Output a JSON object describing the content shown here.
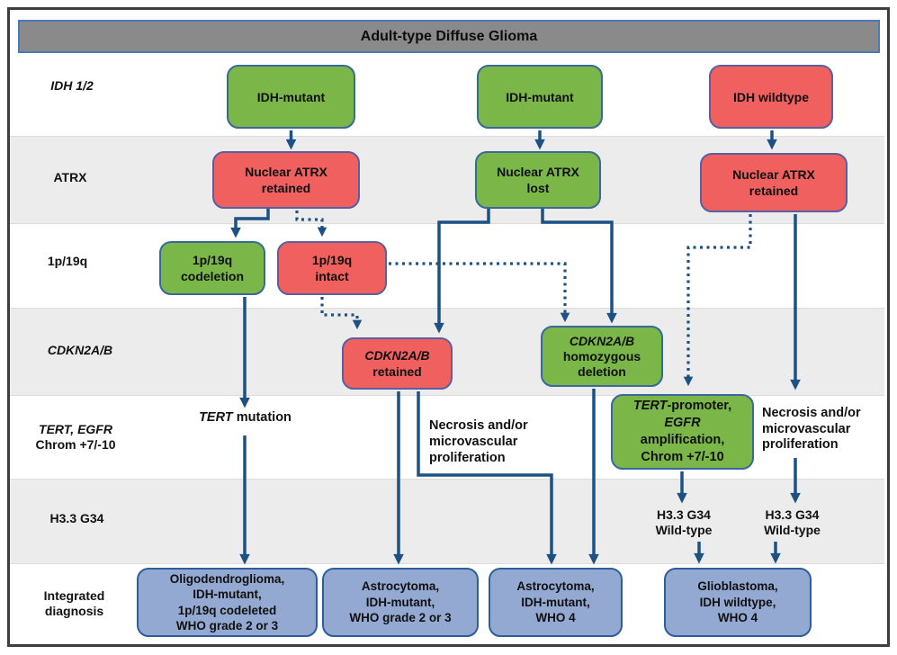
{
  "header": {
    "title": "Adult-type Diffuse Glioma"
  },
  "colors": {
    "green_box": "#7ab648",
    "red_box": "#f0605f",
    "blue_box": "#93a9d1",
    "arrow": "#1d5183",
    "header_fill": "#8a8a8a",
    "header_border": "#4a7ab8",
    "row_band": "#ececec"
  },
  "row_labels": {
    "idh": "IDH 1/2",
    "atrx": "ATRX",
    "p1p19q": "1p/19q",
    "cdkn2ab": "CDKN2A/B",
    "tert_line1": "TERT, EGFR",
    "tert_line2": "Chrom +7/-10",
    "h33": "H3.3 G34",
    "diag_line1": "Integrated",
    "diag_line2": "diagnosis"
  },
  "boxes": {
    "idh_mutant_left": "IDH-mutant",
    "idh_mutant_mid": "IDH-mutant",
    "idh_wildtype": "IDH wildtype",
    "atrx_retained_left": {
      "l1": "Nuclear ATRX",
      "l2": "retained"
    },
    "atrx_lost": {
      "l1": "Nuclear ATRX",
      "l2": "lost"
    },
    "atrx_retained_right": {
      "l1": "Nuclear ATRX",
      "l2": "retained"
    },
    "codeletion": {
      "l1": "1p/19q",
      "l2": "codeletion"
    },
    "intact": {
      "l1": "1p/19q",
      "l2": "intact"
    },
    "cdkn_retained": {
      "l1": "CDKN2A/B",
      "l2": "retained"
    },
    "cdkn_homodel": {
      "l1": "CDKN2A/B",
      "l2": "homozygous",
      "l3": "deletion"
    },
    "tert_egfr": {
      "l1_gene": "TERT",
      "l1_rest": "-promoter,",
      "l2_gene": "EGFR",
      "l3": "amplification,",
      "l4": "Chrom +7/-10"
    }
  },
  "annotations": {
    "tert_mutation": {
      "gene": "TERT",
      "rest": " mutation"
    },
    "necrosis_left": {
      "l1": "Necrosis and/or",
      "l2": "microvascular",
      "l3": "proliferation"
    },
    "necrosis_right": {
      "l1": "Necrosis and/or",
      "l2": "microvascular",
      "l3": "proliferation"
    },
    "h33_wildtype_left": {
      "l1": "H3.3 G34",
      "l2": "Wild-type"
    },
    "h33_wildtype_right": {
      "l1": "H3.3 G34",
      "l2": "Wild-type"
    }
  },
  "diagnoses": {
    "oligodendroglioma": {
      "l1": "Oligodendroglioma,",
      "l2": "IDH-mutant,",
      "l3": "1p/19q codeleted",
      "l4": "WHO grade 2 or 3"
    },
    "astrocytoma_23": {
      "l1": "Astrocytoma,",
      "l2": "IDH-mutant,",
      "l3": "WHO grade 2 or 3"
    },
    "astrocytoma_4": {
      "l1": "Astrocytoma,",
      "l2": "IDH-mutant,",
      "l3": "WHO 4"
    },
    "glioblastoma": {
      "l1": "Glioblastoma,",
      "l2": "IDH wildtype,",
      "l3": "WHO 4"
    }
  }
}
